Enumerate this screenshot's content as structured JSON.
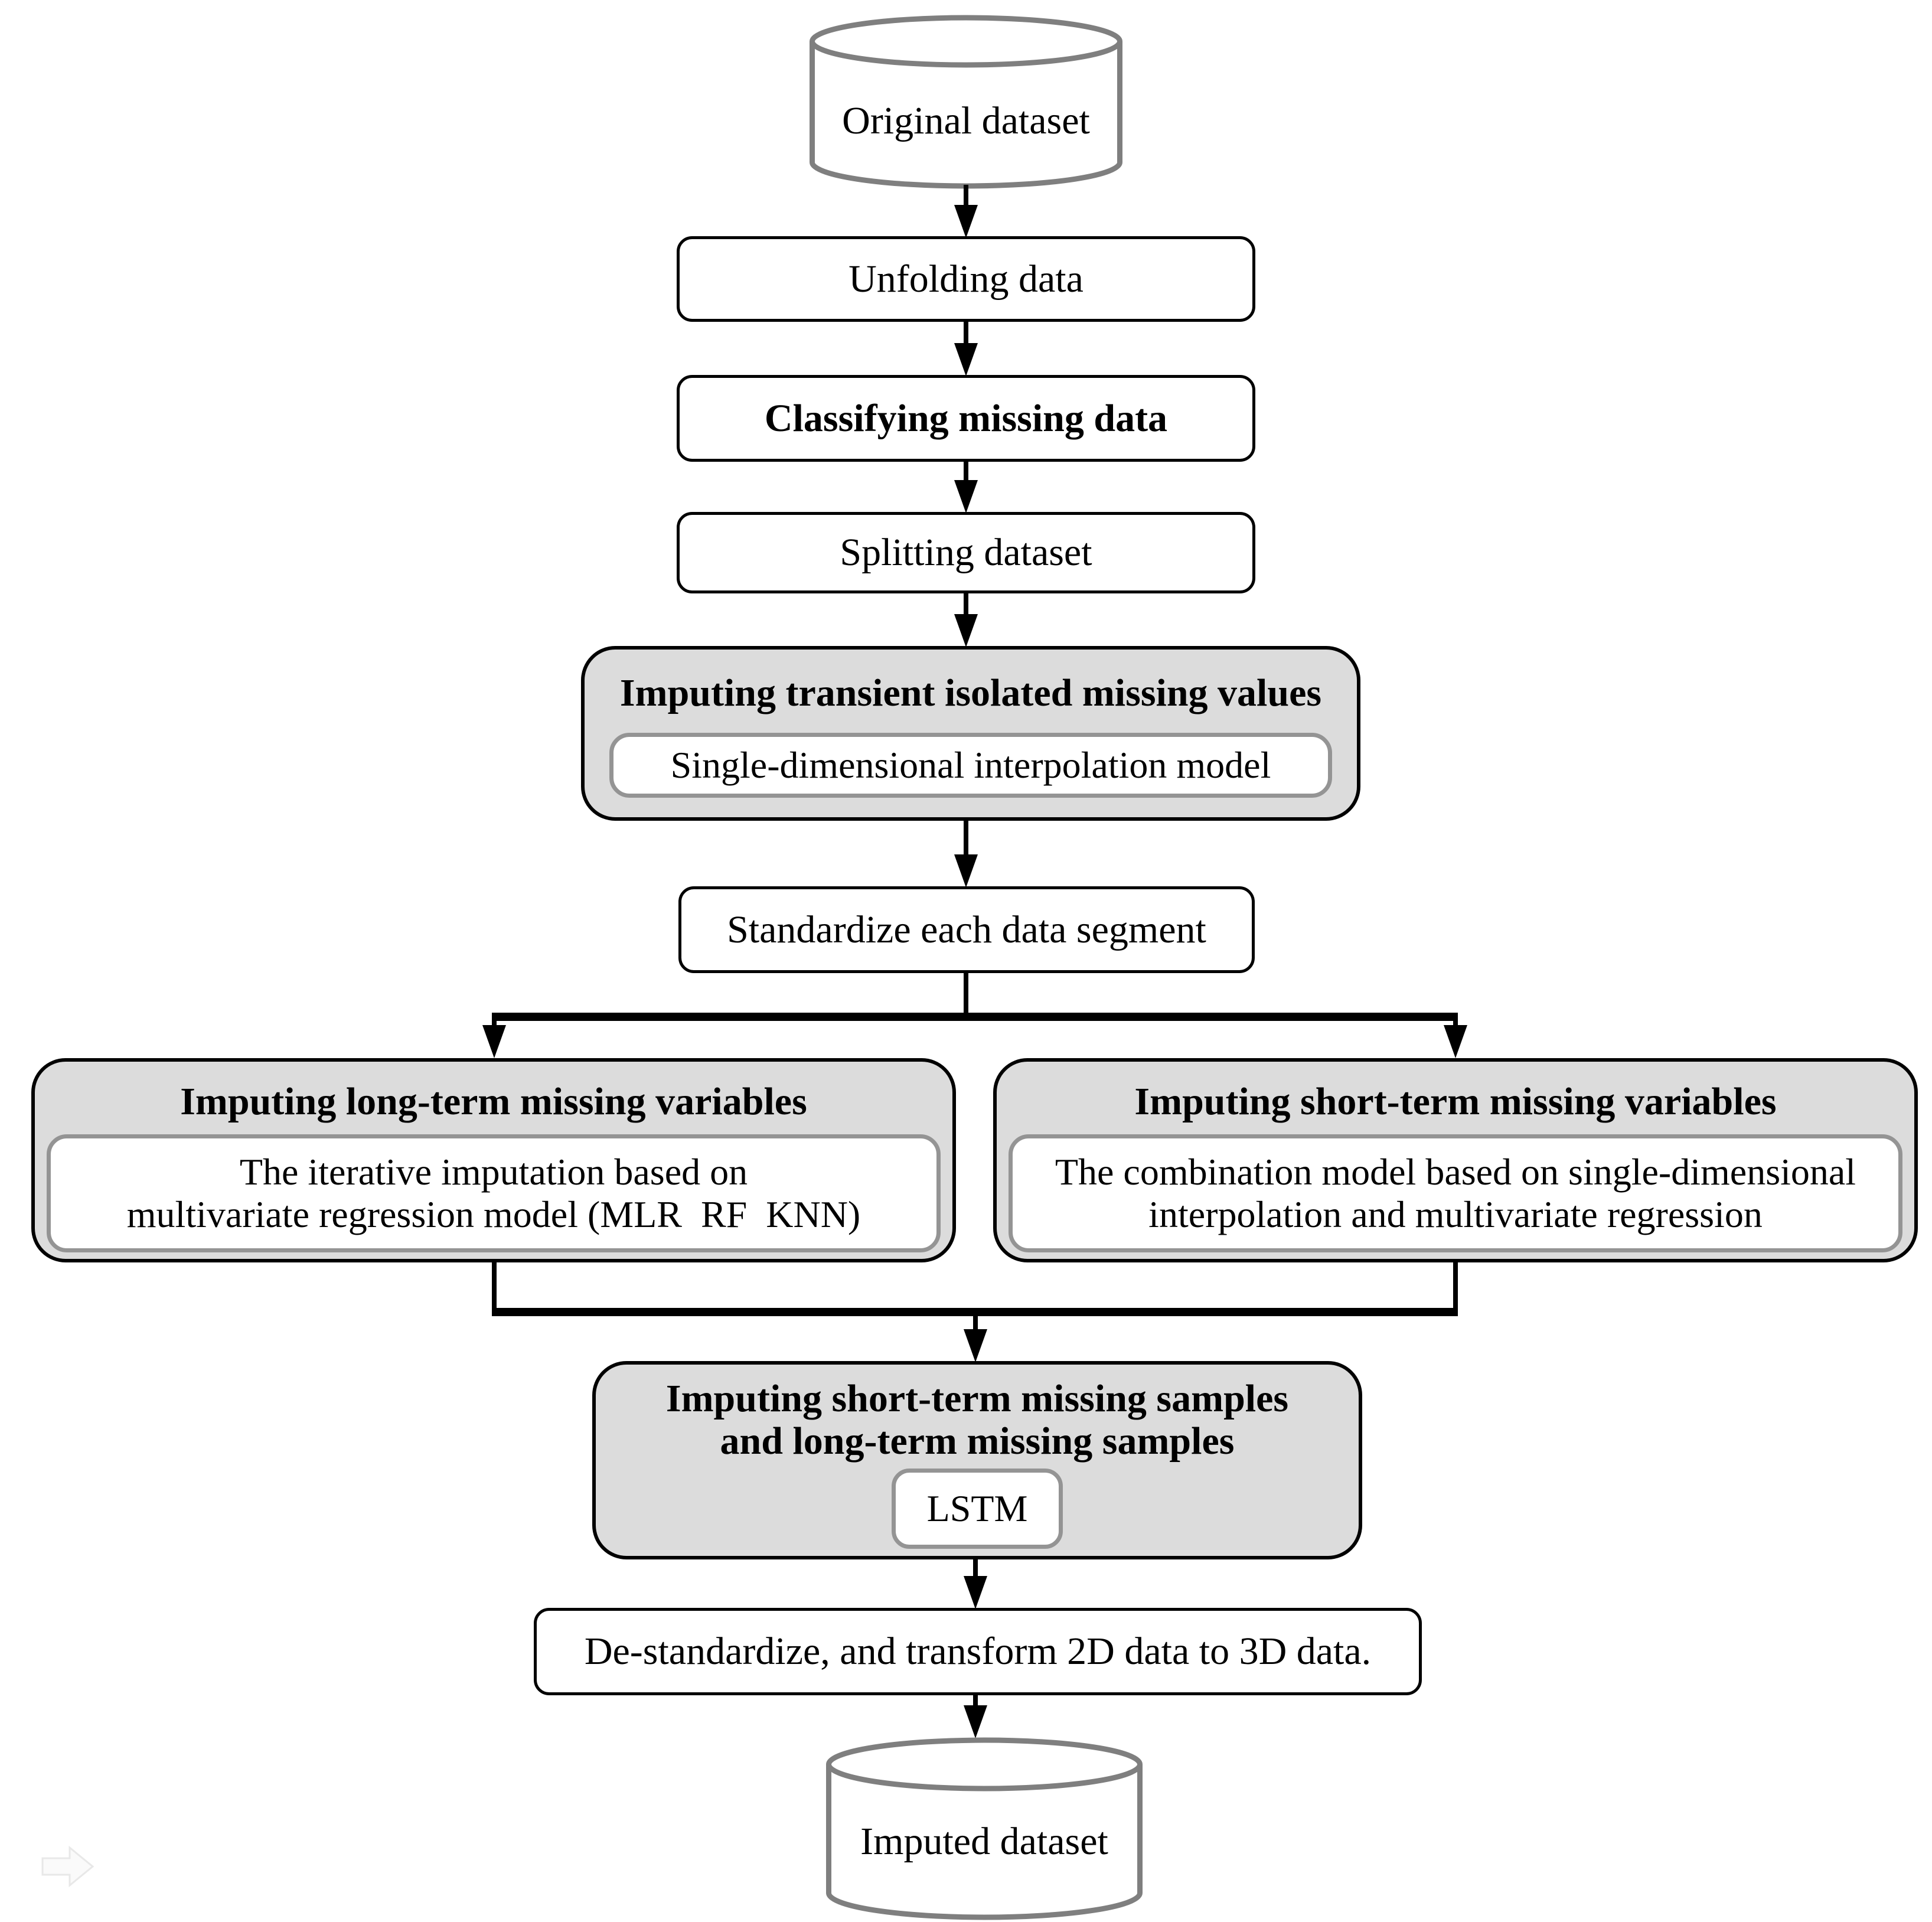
{
  "colors": {
    "gray_fill": "#dcdcdc",
    "inner_border": "#949494",
    "cylinder_stroke": "#7f7f7f",
    "line_black": "#000000",
    "bg": "#ffffff"
  },
  "nodes": {
    "original_dataset": "Original dataset",
    "unfolding": "Unfolding data",
    "classifying": "Classifying missing data",
    "splitting": "Splitting dataset",
    "transient": {
      "title": "Imputing transient isolated missing values",
      "model": "Single-dimensional interpolation model"
    },
    "standardize": "Standardize each data segment",
    "long_term": {
      "title": "Imputing long-term missing variables",
      "model_line1": "The iterative imputation based on",
      "model_line2": "multivariate regression model (MLR  RF  KNN)"
    },
    "short_term": {
      "title": "Imputing short-term missing variables",
      "model_line1": "The combination model based on single-dimensional",
      "model_line2": "interpolation and multivariate regression"
    },
    "samples": {
      "title_line1": "Imputing short-term missing samples",
      "title_line2": "and long-term missing samples",
      "model": "LSTM"
    },
    "destandardize": "De-standardize, and transform 2D data to 3D data.",
    "imputed_dataset": "Imputed dataset"
  }
}
